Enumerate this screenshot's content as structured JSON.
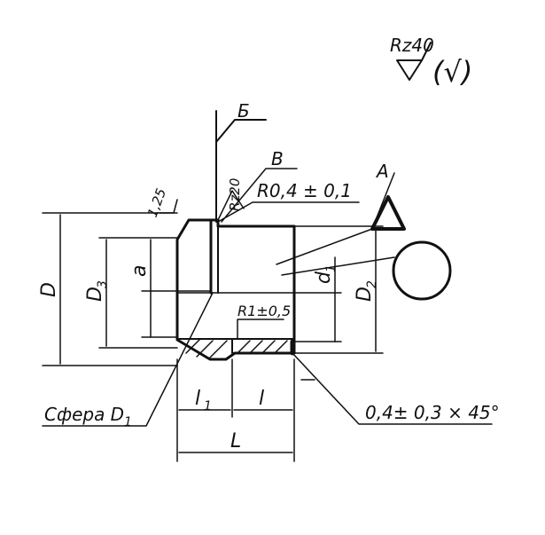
{
  "roughness": {
    "main": "Rz40",
    "other": "(√)"
  },
  "labels": {
    "section_b": "Б",
    "view_v": "В",
    "surface_a": "A",
    "rz20": "Rz20",
    "r04": "R0,4 ± 0,1",
    "dim_125": "1,25",
    "dim_D": "D",
    "dim_D3": "D",
    "dim_D3_sub": "3",
    "dim_a": "a",
    "dim_d1": "d",
    "dim_d1_sub": "1",
    "dim_D2": "D",
    "dim_D2_sub": "2",
    "r1": "R1±0,5",
    "sphere": "Сфера D",
    "sphere_sub": "1",
    "dim_l1": "l",
    "dim_l1_sub": "1",
    "dim_l": "l",
    "dim_L": "L",
    "chamfer": "0,4± 0,3 × 45°"
  }
}
